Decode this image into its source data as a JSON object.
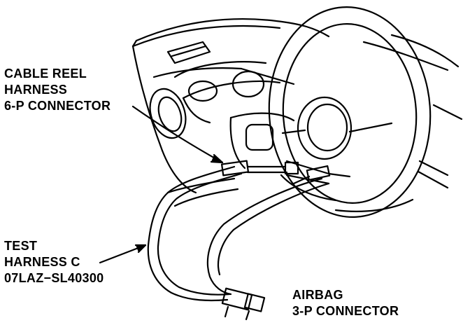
{
  "labels": {
    "cable_reel": [
      "CABLE REEL",
      "HARNESS",
      "6-P CONNECTOR"
    ],
    "test_harness": [
      "TEST",
      "HARNESS C",
      "07LAZ−SL40300"
    ],
    "airbag": [
      "AIRBAG",
      "3-P CONNECTOR"
    ]
  },
  "colors": {
    "line": "#000000",
    "background": "#ffffff"
  }
}
